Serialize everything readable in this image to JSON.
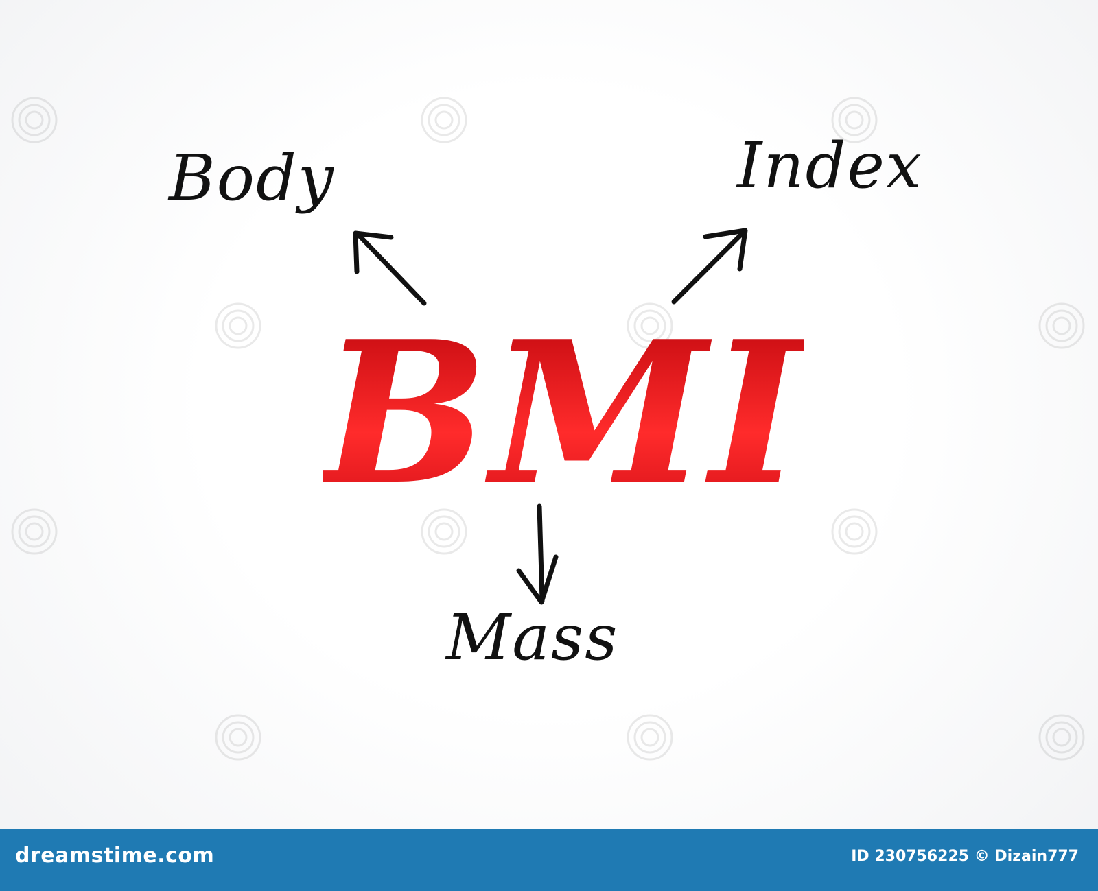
{
  "diagram": {
    "center": {
      "text": "BMI",
      "color": "#e8141a"
    },
    "terms": [
      {
        "text": "Body",
        "direction": "up-left"
      },
      {
        "text": "Index",
        "direction": "up-right"
      },
      {
        "text": "Mass",
        "direction": "down"
      }
    ],
    "text_color": "#111111"
  },
  "footer": {
    "logo": "dreamstime.com",
    "image_id": "ID 230756225 © Dizain777",
    "background_color": "#1f7ab3"
  },
  "watermark": {
    "icon": "dreamstime-spiral-icon"
  }
}
